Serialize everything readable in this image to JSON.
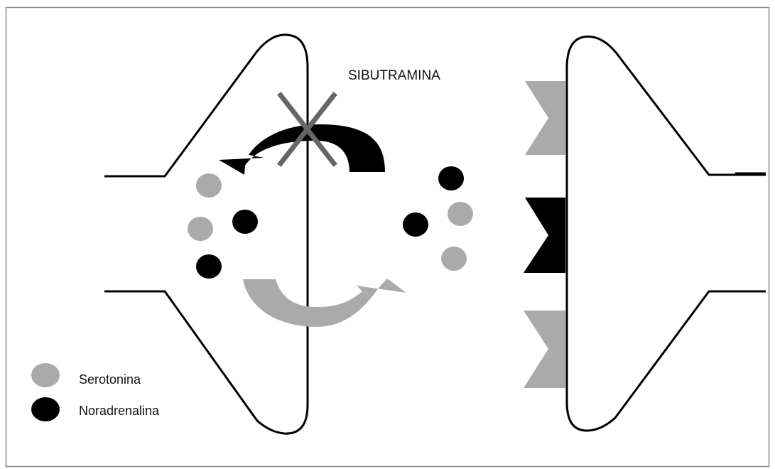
{
  "drug_label": "SIBUTRAMINA",
  "legend": [
    {
      "label": "Serotonina",
      "color": "#aaaaaa"
    },
    {
      "label": "Noradrenalina",
      "color": "#000000"
    }
  ],
  "colors": {
    "serotonin": "#aaaaaa",
    "noradrenaline": "#000000",
    "blocked_x": "#666666",
    "membrane": "#000000",
    "frame": "#888888"
  },
  "icons": {
    "reuptake_blocked": "x-block-icon",
    "reuptake_arrow": "curved-arrow-icon",
    "release_arrow": "curved-arrow-icon",
    "receptor": "notched-receptor-icon"
  }
}
